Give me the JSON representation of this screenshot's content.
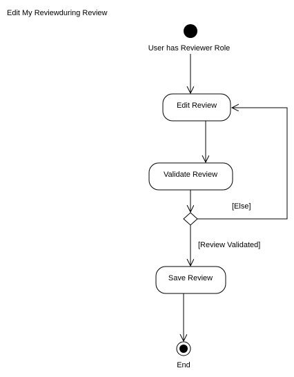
{
  "title": "Edit My Reviewduring Review",
  "start": {
    "label": "User has Reviewer Role"
  },
  "activities": {
    "edit_review": "Edit Review",
    "validate_review": "Validate Review",
    "save_review": "Save Review"
  },
  "guards": {
    "else": "[Else]",
    "review_validated": "[Review Validated]"
  },
  "end": {
    "label": "End"
  },
  "colors": {
    "line": "#000000",
    "fill": "#ffffff"
  }
}
